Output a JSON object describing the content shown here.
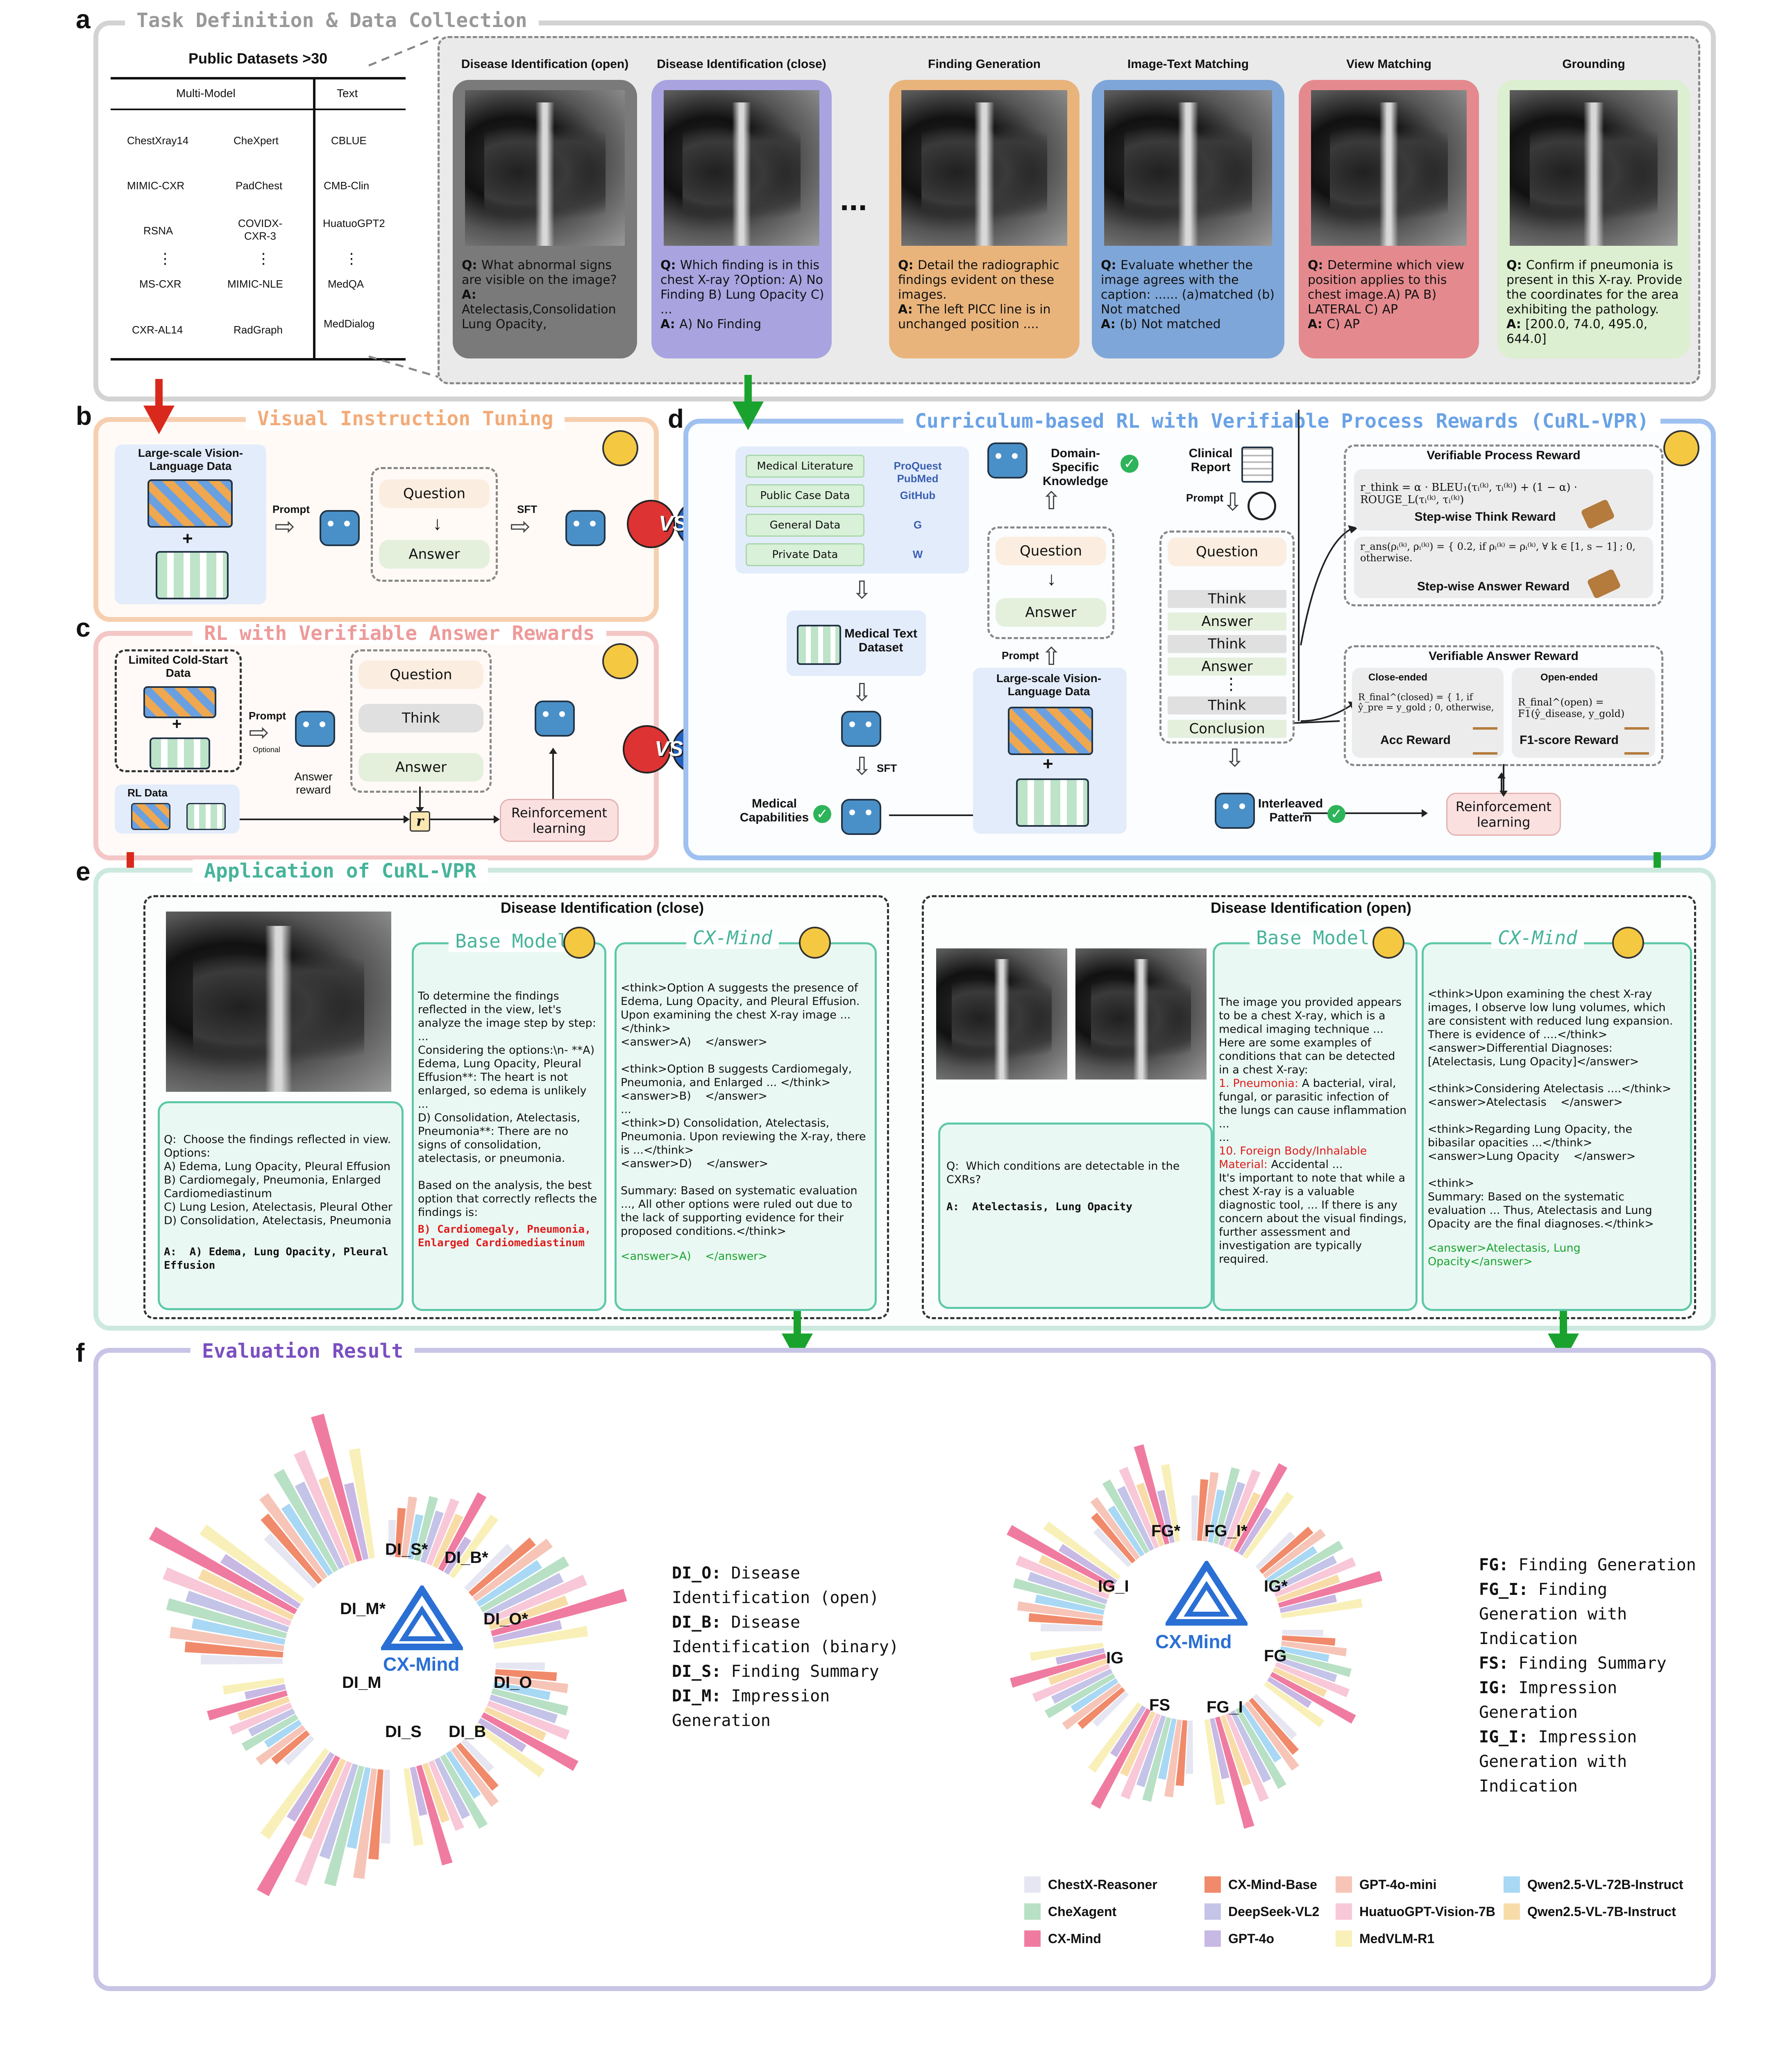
{
  "sections": {
    "a": {
      "letter": "a",
      "title": "Task Definition & Data Collection"
    },
    "b": {
      "letter": "b",
      "title": "Visual Instruction Tuning"
    },
    "c": {
      "letter": "c",
      "title": "RL with Verifiable Answer Rewards"
    },
    "d": {
      "letter": "d",
      "title": "Curriculum-based RL with Verifiable Process Rewards (CuRL-VPR)"
    },
    "e": {
      "letter": "e",
      "title": "Application of CuRL-VPR"
    },
    "f": {
      "letter": "f",
      "title": "Evaluation Result"
    }
  },
  "datasets": {
    "title": "Public Datasets >30",
    "col_multi": "Multi-Model",
    "col_text": "Text",
    "multi": [
      "ChestXray14",
      "CheXpert",
      "MIMIC-CXR",
      "PadChest",
      "RSNA",
      "COVIDX-CXR-3",
      "MS-CXR",
      "MIMIC-NLE",
      "CXR-AL14",
      "RadGraph"
    ],
    "text": [
      "CBLUE",
      "CMB-Clin",
      "HuatuoGPT2",
      "MedQA",
      "MedDialog"
    ],
    "dots": "⋮"
  },
  "tasks": [
    {
      "title": "Disease Identification (open)",
      "q": "What abnormal signs are visible on the image?",
      "a": "Atelectasis,Consolidation Lung Opacity,",
      "color": "#7a7a7a"
    },
    {
      "title": "Disease Identification (close)",
      "q": "Which finding is in this chest X-ray ?Option: A) No Finding B) Lung Opacity C) ...",
      "a": "A) No Finding",
      "color": "#a9a4e0"
    },
    {
      "title": "Finding Generation",
      "q": "Detail the radiographic findings evident on these images.",
      "a": "The left PICC line is in unchanged position ....",
      "color": "#e9b47c"
    },
    {
      "title": "Image-Text Matching",
      "q": "Evaluate whether the image agrees with the caption: ...... (a)matched (b) Not matched",
      "a": "(b) Not matched",
      "color": "#7fa6d8"
    },
    {
      "title": "View Matching",
      "q": "Determine which view position applies to this chest image.A) PA B) LATERAL C) AP",
      "a": "C) AP",
      "color": "#e48a8e"
    },
    {
      "title": "Grounding",
      "q": "Confirm if pneumonia is present in this X-ray. Provide the coordinates for the area exhibiting the pathology.",
      "a": "[200.0, 74.0, 495.0, 644.0]",
      "color": "#dcefd0"
    }
  ],
  "task_q_prefix": "Q:",
  "task_a_prefix": "A:",
  "ellipsis": "...",
  "b_panel": {
    "data": "Large-scale Vision-Language Data",
    "prompt": "Prompt",
    "question": "Question",
    "answer": "Answer",
    "sft": "SFT",
    "vs": "VS"
  },
  "c_panel": {
    "coldstart": "Limited Cold-Start Data",
    "prompt": "Prompt",
    "optional": "Optional",
    "question": "Question",
    "think": "Think",
    "answer": "Answer",
    "answer_reward": "Answer reward",
    "rl_data": "RL Data",
    "r": "r",
    "rl": "Reinforcement learning",
    "vs": "VS"
  },
  "d_panel": {
    "sources": [
      "Medical Literature",
      "Public Case Data",
      "General Data",
      "Private Data"
    ],
    "source_logos": [
      "ProQuest  PubMed",
      "GitHub",
      "G",
      "W"
    ],
    "med_text": "Medical Text Dataset",
    "sft": "SFT",
    "med_cap": "Medical Capabilities",
    "dsk": "Domain-Specific Knowledge",
    "question": "Question",
    "answer": "Answer",
    "prompt": "Prompt",
    "lsvl": "Large-scale Vision-Language Data",
    "clinical": "Clinical Report",
    "prompt2": "Prompt",
    "chain": [
      "Question",
      "Think",
      "Answer",
      "Think",
      "Answer",
      "⋮",
      "Think",
      "Conclusion"
    ],
    "interleaved": "Interleaved Pattern",
    "rl": "Reinforcement learning",
    "vpr": "Verifiable Process Reward",
    "think_formula": "r_think = α · BLEU₁(τᵢ⁽ᵏ⁾, τᵢ⁽ᵏ⁾) + (1 − α) · ROUGE_L(τᵢ⁽ᵏ⁾, τᵢ⁽ᵏ⁾)",
    "think_reward": "Step-wise Think Reward",
    "ans_formula": "r_ans(ρᵢ⁽ᵏ⁾, ρᵢ⁽ᵏ⁾) = { 0.2, if ρᵢ⁽ᵏ⁾ = ρᵢ⁽ᵏ⁾, ∀ k ∈ [1, s − 1] ; 0, otherwise.",
    "ans_reward": "Step-wise Answer Reward",
    "var": "Verifiable Answer Reward",
    "close": "Close-ended",
    "close_formula": "R_final^(closed) = { 1, if ŷ_pre = y_gold ; 0, otherwise,",
    "acc": "Acc Reward",
    "open": "Open-ended",
    "open_formula": "R_final^(open) = F1(ŷ_disease, y_gold)",
    "f1": "F1-score Reward"
  },
  "e_panel": {
    "close_title": "Disease Identification (close)",
    "open_title": "Disease Identification (open)",
    "base": "Base Model",
    "cx": "CX-Mind",
    "close_q": "Q:  Choose the findings reflected in view. Options:\nA) Edema, Lung Opacity, Pleural Effusion\nB) Cardiomegaly, Pneumonia, Enlarged Cardiomediastinum\nC) Lung Lesion, Atelectasis, Pleural Other\nD) Consolidation, Atelectasis, Pneumonia",
    "close_a": "A:  A) Edema, Lung Opacity, Pleural Effusion",
    "close_base": "To determine the findings reflected in the view, let's analyze the image step by step: ...\nConsidering the options:\\n- **A) Edema, Lung Opacity, Pleural Effusion**: The heart is not enlarged, so edema is unlikely ...\nD) Consolidation, Atelectasis, Pneumonia**: There are no signs of consolidation, atelectasis, or pneumonia.\n\nBased on the analysis, the best option that correctly reflects the findings is:",
    "close_base_red": "B) Cardiomegaly, Pneumonia, Enlarged Cardiomediastinum",
    "close_cx": "<think>Option A suggests the presence of Edema, Lung Opacity, and Pleural Effusion. Upon examining the chest X-ray image ...</think>\n<answer>A)    </answer>\n\n<think>Option B suggests Cardiomegaly, Pneumonia, and Enlarged ... </think>\n<answer>B)    </answer>\n...\n<think>D) Consolidation, Atelectasis, Pneumonia. Upon reviewing the X-ray, there is ...</think>\n<answer>D)    </answer>\n\nSummary: Based on systematic evaluation ..., All other options were ruled out due to the lack of supporting evidence for their proposed conditions.</think>",
    "close_cx_end": "<answer>A)    </answer>",
    "open_q": "Q:  Which conditions are detectable in the CXRs?",
    "open_a": "A:  Atelectasis, Lung Opacity",
    "open_base": "The image you provided appears to be a chest X-ray, which is a medical imaging technique ... Here are some examples of conditions that can be detected in a chest X-ray:",
    "open_base_red1": "1. Pneumonia:",
    "open_base_mid": " A bacterial, viral, fungal, or parasitic infection of the lungs can cause inflammation ...\n...",
    "open_base_red2": "10. Foreign Body/Inhalable Material:",
    "open_base_end": " Accidental ...\nIt's important to note that while a chest X-ray is a valuable diagnostic tool, ... If there is any concern about the visual findings, further assessment and investigation are typically required.",
    "open_cx": "<think>Upon examining the chest X-ray images, I observe low lung volumes, which are consistent with reduced lung expansion. There is evidence of ....</think>\n<answer>Differential Diagnoses: [Atelectasis, Lung Opacity]</answer>\n\n<think>Considering Atelectasis ....</think>\n<answer>Atelectasis    </answer>\n\n<think>Regarding Lung Opacity, the bibasilar opacities ...</think>\n<answer>Lung Opacity    </answer>\n\n<think>\nSummary: Based on the systematic evaluation ... Thus, Atelectasis and Lung Opacity are the final diagnoses.</think>",
    "open_cx_end": "<answer>Atelectasis, Lung Opacity</answer>"
  },
  "f_panel": {
    "logo": "CX-Mind",
    "left_labels": [
      "DI_S*",
      "DI_B*",
      "DI_M*",
      "DI_O*",
      "DI_M",
      "DI_O",
      "DI_S",
      "DI_B"
    ],
    "right_labels": [
      "FG*",
      "FG_I*",
      "IG_I",
      "IG*",
      "IG",
      "FG",
      "FS",
      "FG_I"
    ],
    "left_defs": [
      {
        "k": "DI_O:",
        "v": "Disease Identification (open)"
      },
      {
        "k": "DI_B:",
        "v": "Disease Identification (binary)"
      },
      {
        "k": "DI_S:",
        "v": "Finding Summary"
      },
      {
        "k": "DI_M:",
        "v": "Impression Generation"
      }
    ],
    "right_defs": [
      {
        "k": "FG:",
        "v": "Finding Generation"
      },
      {
        "k": "FG_I:",
        "v": "Finding Generation with Indication"
      },
      {
        "k": "FS:",
        "v": "Finding Summary"
      },
      {
        "k": "IG:",
        "v": "Impression Generation"
      },
      {
        "k": "IG_I:",
        "v": "Impression Generation with Indication"
      }
    ],
    "legend": [
      {
        "name": "ChestX-Reasoner",
        "color": "#e6e6f2"
      },
      {
        "name": "CX-Mind-Base",
        "color": "#f08a6a"
      },
      {
        "name": "GPT-4o-mini",
        "color": "#f6c5b8"
      },
      {
        "name": "Qwen2.5-VL-72B-Instruct",
        "color": "#a8d8f4"
      },
      {
        "name": "CheXagent",
        "color": "#b8e0c4"
      },
      {
        "name": "DeepSeek-VL2",
        "color": "#c4c4e8"
      },
      {
        "name": "HuatuoGPT-Vision-7B",
        "color": "#f8c8d8"
      },
      {
        "name": "Qwen2.5-VL-7B-Instruct",
        "color": "#f8dca8"
      },
      {
        "name": "CX-Mind",
        "color": "#f07ba0"
      },
      {
        "name": "GPT-4o",
        "color": "#c8b8e4"
      },
      {
        "name": "MedVLM-R1",
        "color": "#f8f0b8"
      }
    ]
  },
  "colors": {
    "a_border": "#d0d0d0",
    "b_border": "#f6cfb0",
    "c_border": "#f4c6c6",
    "d_border": "#9fc1f0",
    "e_border": "#cde9df",
    "f_border": "#c8c4e6",
    "b_title": "#f3ab78",
    "c_title": "#ee9a9a",
    "d_title": "#6aa2e6",
    "e_title": "#46b49a",
    "f_title": "#7b4fbf",
    "arrow_red": "#d8291c",
    "arrow_green": "#19a32e",
    "cx_pink": "#f07ba0"
  }
}
